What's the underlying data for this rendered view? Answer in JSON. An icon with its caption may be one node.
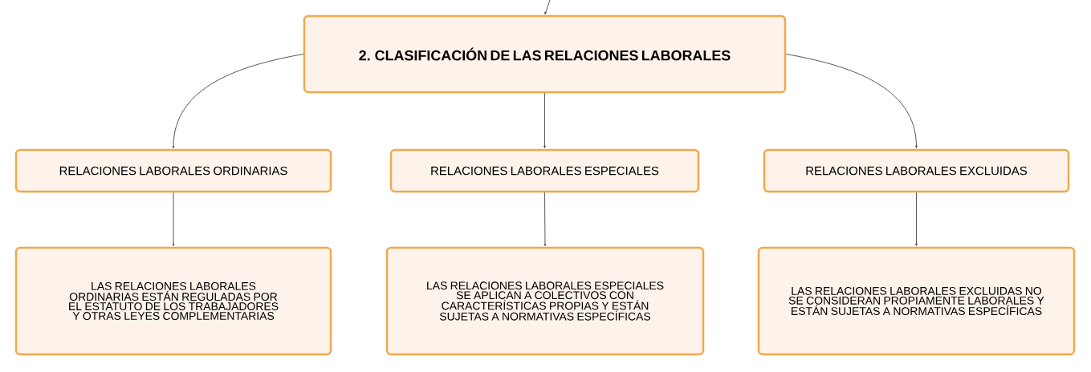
{
  "diagram": {
    "nodes": [
      {
        "text": [
          "2. CLASIFICACIÓN DE LAS RELACIONES LABORALES"
        ]
      },
      {
        "text": [
          "RELACIONES LABORALES ORDINARIAS"
        ]
      },
      {
        "text": [
          "RELACIONES LABORALES ESPECIALES"
        ]
      },
      {
        "text": [
          "RELACIONES LABORALES EXCLUIDAS"
        ]
      },
      {
        "text": [
          "LAS RELACIONES LABORALES ORDINARIAS ESTÁN REGULADAS POR EL ESTATUTO DE LOS TRABAJADORES Y OTRAS LEYES COMPLEMENTARIAS"
        ]
      },
      {
        "text": [
          "LAS RELACIONES LABORALES ESPECIALES SE APLICAN A COLECTIVOS CON CARACTERÍSTICAS PROPIAS Y ESTÁN SUJETAS A NORMATIVAS ESPECÍFICAS"
        ]
      },
      {
        "text": [
          "LAS RELACIONES LABORALES EXCLUIDAS NO SE CONSIDERAN PROPIAMENTE LABORALES Y ESTÁN SUJETAS A NORMATIVAS ESPECÍFICAS"
        ]
      }
    ],
    "edges": [
      {
        "from": null,
        "to": 0,
        "arrow": "to"
      },
      {
        "from": 0,
        "to": 1,
        "arrow": "to"
      },
      {
        "from": 0,
        "to": 2,
        "arrow": "to"
      },
      {
        "from": 0,
        "to": 3,
        "arrow": "to"
      },
      {
        "from": 1,
        "to": 4,
        "arrow": "to"
      },
      {
        "from": 2,
        "to": 5,
        "arrow": "to"
      },
      {
        "from": 3,
        "to": 6,
        "arrow": "to"
      }
    ]
  }
}
